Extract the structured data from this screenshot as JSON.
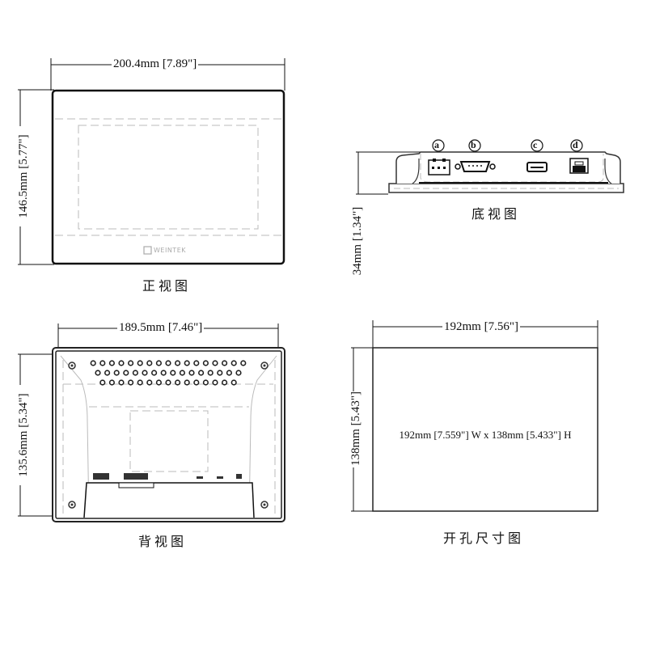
{
  "front_view": {
    "caption": "正视图",
    "width_label": "200.4mm [7.89\"]",
    "height_label": "146.5mm [5.77\"]",
    "logo_text": "WEINTEK"
  },
  "bottom_view": {
    "caption": "底视图",
    "depth_label": "34mm [1.34\"]",
    "ports": [
      {
        "id": "a",
        "label": "a",
        "type": "power-terminal"
      },
      {
        "id": "b",
        "label": "b",
        "type": "serial-db9"
      },
      {
        "id": "c",
        "label": "c",
        "type": "usb"
      },
      {
        "id": "d",
        "label": "d",
        "type": "ethernet-rj45"
      }
    ]
  },
  "back_view": {
    "caption": "背视图",
    "width_label": "189.5mm [7.46\"]",
    "height_label": "135.6mm [5.34\"]",
    "vent_rows": [
      17,
      16,
      15
    ]
  },
  "cutout_view": {
    "caption": "开孔尺寸图",
    "width_label": "192mm [7.56\"]",
    "height_label": "138mm [5.43\"]",
    "center_label": "192mm [7.559\"] W x 138mm [5.433\"] H"
  },
  "colors": {
    "line": "#111111",
    "hidden_line": "#b8b8b8",
    "bezel": "#333333"
  }
}
